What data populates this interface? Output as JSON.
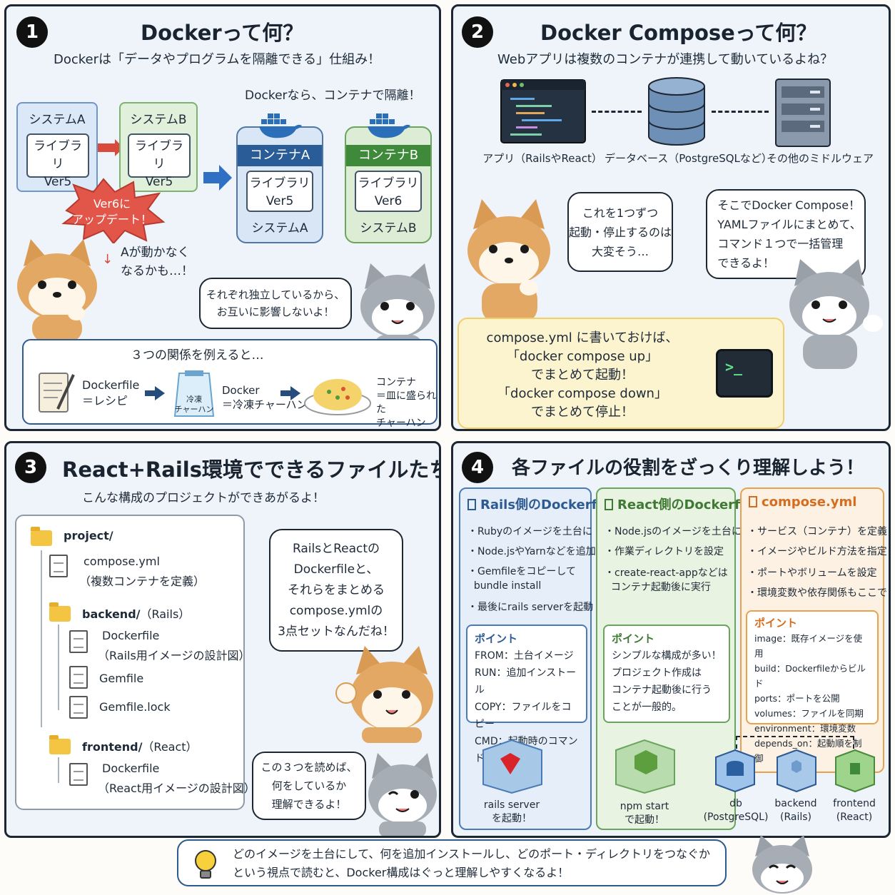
{
  "p1": {
    "num": "1",
    "title": "Dockerって何？",
    "subtitle": "Dockerは「データやプログラムを隔離できる」仕組み！",
    "system_a": "システムA",
    "system_b": "システムB",
    "lib_a": "ライブラリ\nVer5",
    "lib_b": "ライブラリ\nVer5",
    "burst": "Ver6に\nアップデート！",
    "warn": "Aが動かなく\nなるかも…！",
    "container_caption": "Dockerなら、コンテナで隔離！",
    "container_a": "コンテナA",
    "container_b": "コンテナB",
    "clib_a": "ライブラリ\nVer5",
    "clib_b": "ライブラリ\nVer6",
    "csys_a": "システムA",
    "csys_b": "システムB",
    "cat_bubble": "それぞれ独立しているから、\nお互いに影響しないよ！",
    "analogy_title": "３つの関係を例えると…",
    "dockerfile": "Dockerfile\n＝レシピ",
    "bag": "冷凍\nチャーハン",
    "docker": "Docker\n＝冷凍チャーハン",
    "container": "コンテナ\n＝皿に盛られた\nチャーハン"
  },
  "p2": {
    "num": "2",
    "title": "Docker Composeって何？",
    "subtitle": "Webアプリは複数のコンテナが連携して動いているよね？",
    "app": "アプリ（RailsやReact）",
    "db": "データベース（PostgreSQLなど）",
    "mw": "その他のミドルウェア",
    "dog_bubble": "これを1つずつ\n起動・停止するのは\n大変そう…",
    "cat_bubble": "そこでDocker Compose！\nYAMLファイルにまとめて、\nコマンド１つで一括管理\nできるよ！",
    "yellow": "compose.yml に書いておけば、\n「docker compose up」\nでまとめて起動！\n「docker compose down」\nでまとめて停止！",
    "terminal_glyph": ">_"
  },
  "p3": {
    "num": "3",
    "title": "React+Rails環境でできるファイルたち",
    "subtitle": "こんな構成のプロジェクトができあがるよ！",
    "project": "project/",
    "compose_name": "compose.yml",
    "compose_desc": "（複数コンテナを定義）",
    "backend": "backend/",
    "backend_tag": "（Rails）",
    "b_dockerfile": "Dockerfile",
    "b_dockerfile_desc": "（Rails用イメージの設計図）",
    "gemfile": "Gemfile",
    "gemfile_lock": "Gemfile.lock",
    "frontend": "frontend/",
    "frontend_tag": "（React）",
    "f_dockerfile": "Dockerfile",
    "f_dockerfile_desc": "（React用イメージの設計図）",
    "bubble1": "RailsとReactの\nDockerfileと、\nそれらをまとめる\ncompose.ymlの\n3点セットなんだね！",
    "bubble2": "この３つを読めば、\n何をしているか\n理解できるよ！"
  },
  "p4": {
    "num": "4",
    "title": "各ファイルの役割をざっくり理解しよう！",
    "rails": {
      "head": "Rails側のDockerfile",
      "items": [
        "・Rubyのイメージを土台に",
        "・Node.jsやYarnなどを追加",
        "・Gemfileをコピーして\n  bundle install",
        "・最後にrails serverを起動"
      ],
      "point_head": "ポイント",
      "points": [
        "FROM：土台イメージ",
        "RUN：追加インストール",
        "COPY：ファイルをコピー",
        "CMD：起動時のコマンド"
      ],
      "box": "rails server\nを起動！"
    },
    "react": {
      "head": "React側のDockerfile",
      "items": [
        "・Node.jsのイメージを土台に",
        "・作業ディレクトリを設定",
        "・create-react-appなどは\n  コンテナ起動後に実行"
      ],
      "point_head": "ポイント",
      "points": [
        "シンプルな構成が多い！",
        "プロジェクト作成は",
        "コンテナ起動後に行う",
        "ことが一般的。"
      ],
      "box": "npm start\nで起動！"
    },
    "compose": {
      "head": "compose.yml",
      "items": [
        "・サービス（コンテナ）を定義",
        "・イメージやビルド方法を指定",
        "・ポートやボリュームを設定",
        "・環境変数や依存関係もここで"
      ],
      "point_head": "ポイント",
      "points": [
        "image：既存イメージを使用",
        "build：Dockerfileからビルド",
        "ports：ポートを公開",
        "volumes：ファイルを同期",
        "environment：環境変数",
        "depends_on：起動順を制御"
      ],
      "db": "db\n(PostgreSQL)",
      "backend": "backend\n(Rails)",
      "frontend": "frontend\n(React)"
    }
  },
  "tip": "どのイメージを土台にして、何を追加インストールし、どのポート・ディレクトリをつなぐか\nという視点で読むと、Docker構成はぐっと理解しやすくなるよ！",
  "colors": {
    "navy": "#1d2733",
    "blue": "#2e5a92",
    "green": "#3e8a3a",
    "orange": "#e0892b"
  }
}
